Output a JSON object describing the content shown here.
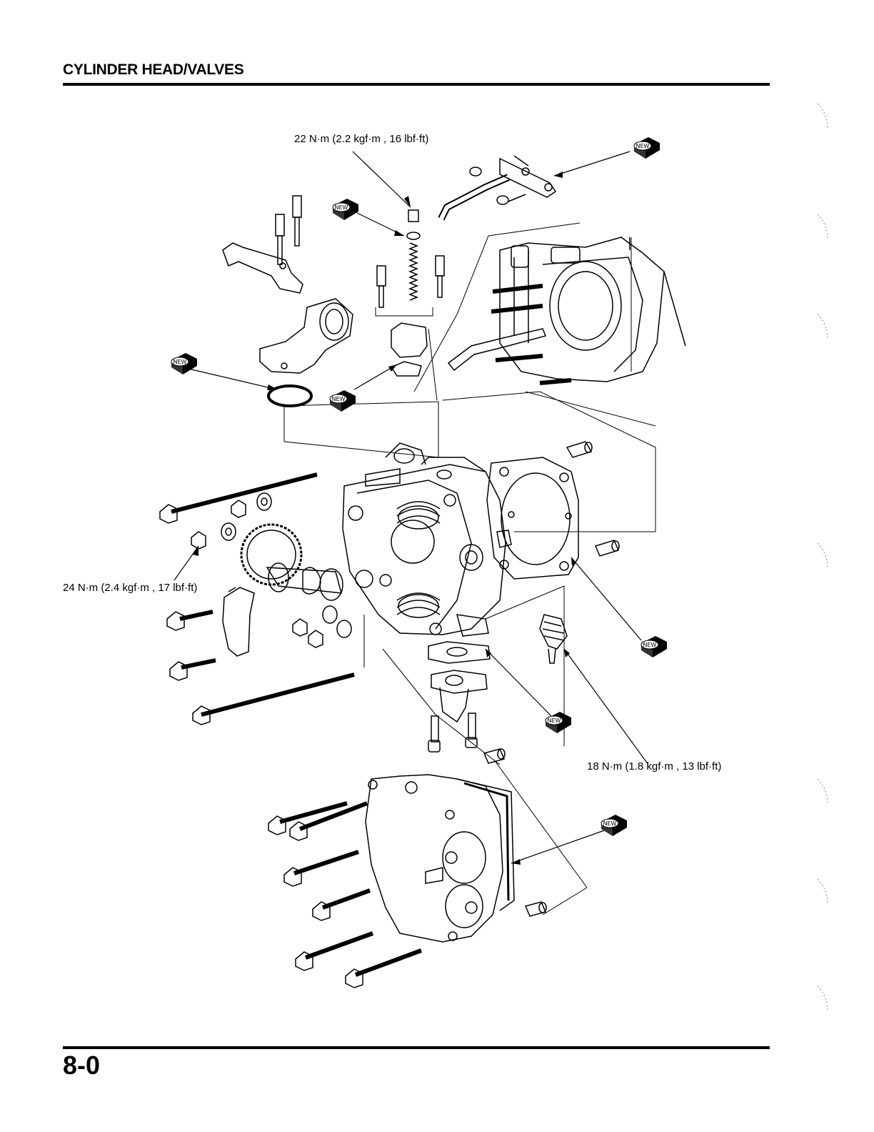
{
  "header": {
    "section_title": "CYLINDER HEAD/VALVES"
  },
  "footer": {
    "page_number": "8-0"
  },
  "callouts": {
    "tensioner_bolt_torque": "22 N·m (2.2 kgf·m , 16 lbf·ft)",
    "cam_nut_torque": "24 N·m (2.4 kgf·m , 17 lbf·ft)",
    "spark_plug_torque": "18 N·m (1.8 kgf·m , 13 lbf·ft)"
  },
  "badges": {
    "new_label": "NEW"
  },
  "colors": {
    "ink": "#000000",
    "paper": "#ffffff"
  }
}
